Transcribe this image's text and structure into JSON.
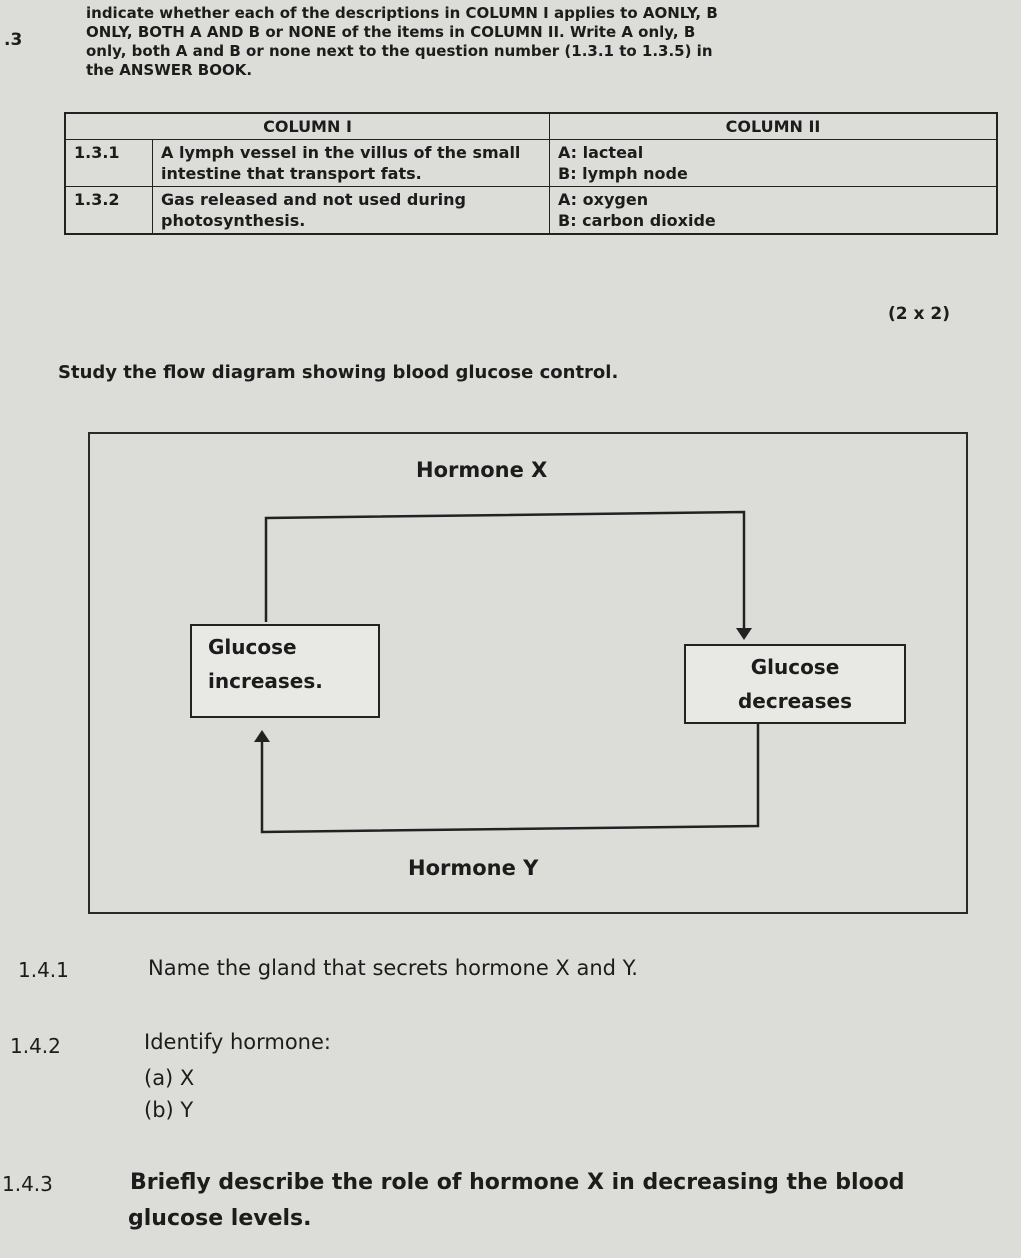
{
  "q13": {
    "number": ".3",
    "lines": [
      "indicate whether each of the descriptions in COLUMN I applies to AONLY, B",
      "ONLY, BOTH A AND B or NONE of the items in COLUMN II. Write A only, B",
      "only, both A and B or none next to the question number (1.3.1 to 1.3.5) in",
      "the ANSWER BOOK."
    ]
  },
  "table": {
    "col1_header": "COLUMN I",
    "col2_header": "COLUMN II",
    "rows": [
      {
        "num": "1.3.1",
        "desc": "A lymph vessel in the villus of the small intestine that transport fats.",
        "a": "A: lacteal",
        "b": "B: lymph node"
      },
      {
        "num": "1.3.2",
        "desc": "Gas released and not used during photosynthesis.",
        "a": "A: oxygen",
        "b": "B: carbon dioxide"
      }
    ]
  },
  "marks": "(2 x 2)",
  "lead": "Study the flow diagram showing blood glucose control.",
  "diagram": {
    "hormone_x": "Hormone X",
    "hormone_y": "Hormone Y",
    "box_increase_line1": "Glucose",
    "box_increase_line2": "increases.",
    "box_decrease_line1": "Glucose",
    "box_decrease_line2": "decreases"
  },
  "questions": [
    {
      "num": "1.4.1",
      "text": "Name the gland that secrets hormone X and Y."
    },
    {
      "num": "1.4.2",
      "text": "Identify hormone:",
      "sub": [
        "(a) X",
        "(b) Y"
      ]
    },
    {
      "num": "1.4.3",
      "text": "Briefly describe the role of hormone X in decreasing the blood",
      "text2": "glucose levels."
    }
  ]
}
